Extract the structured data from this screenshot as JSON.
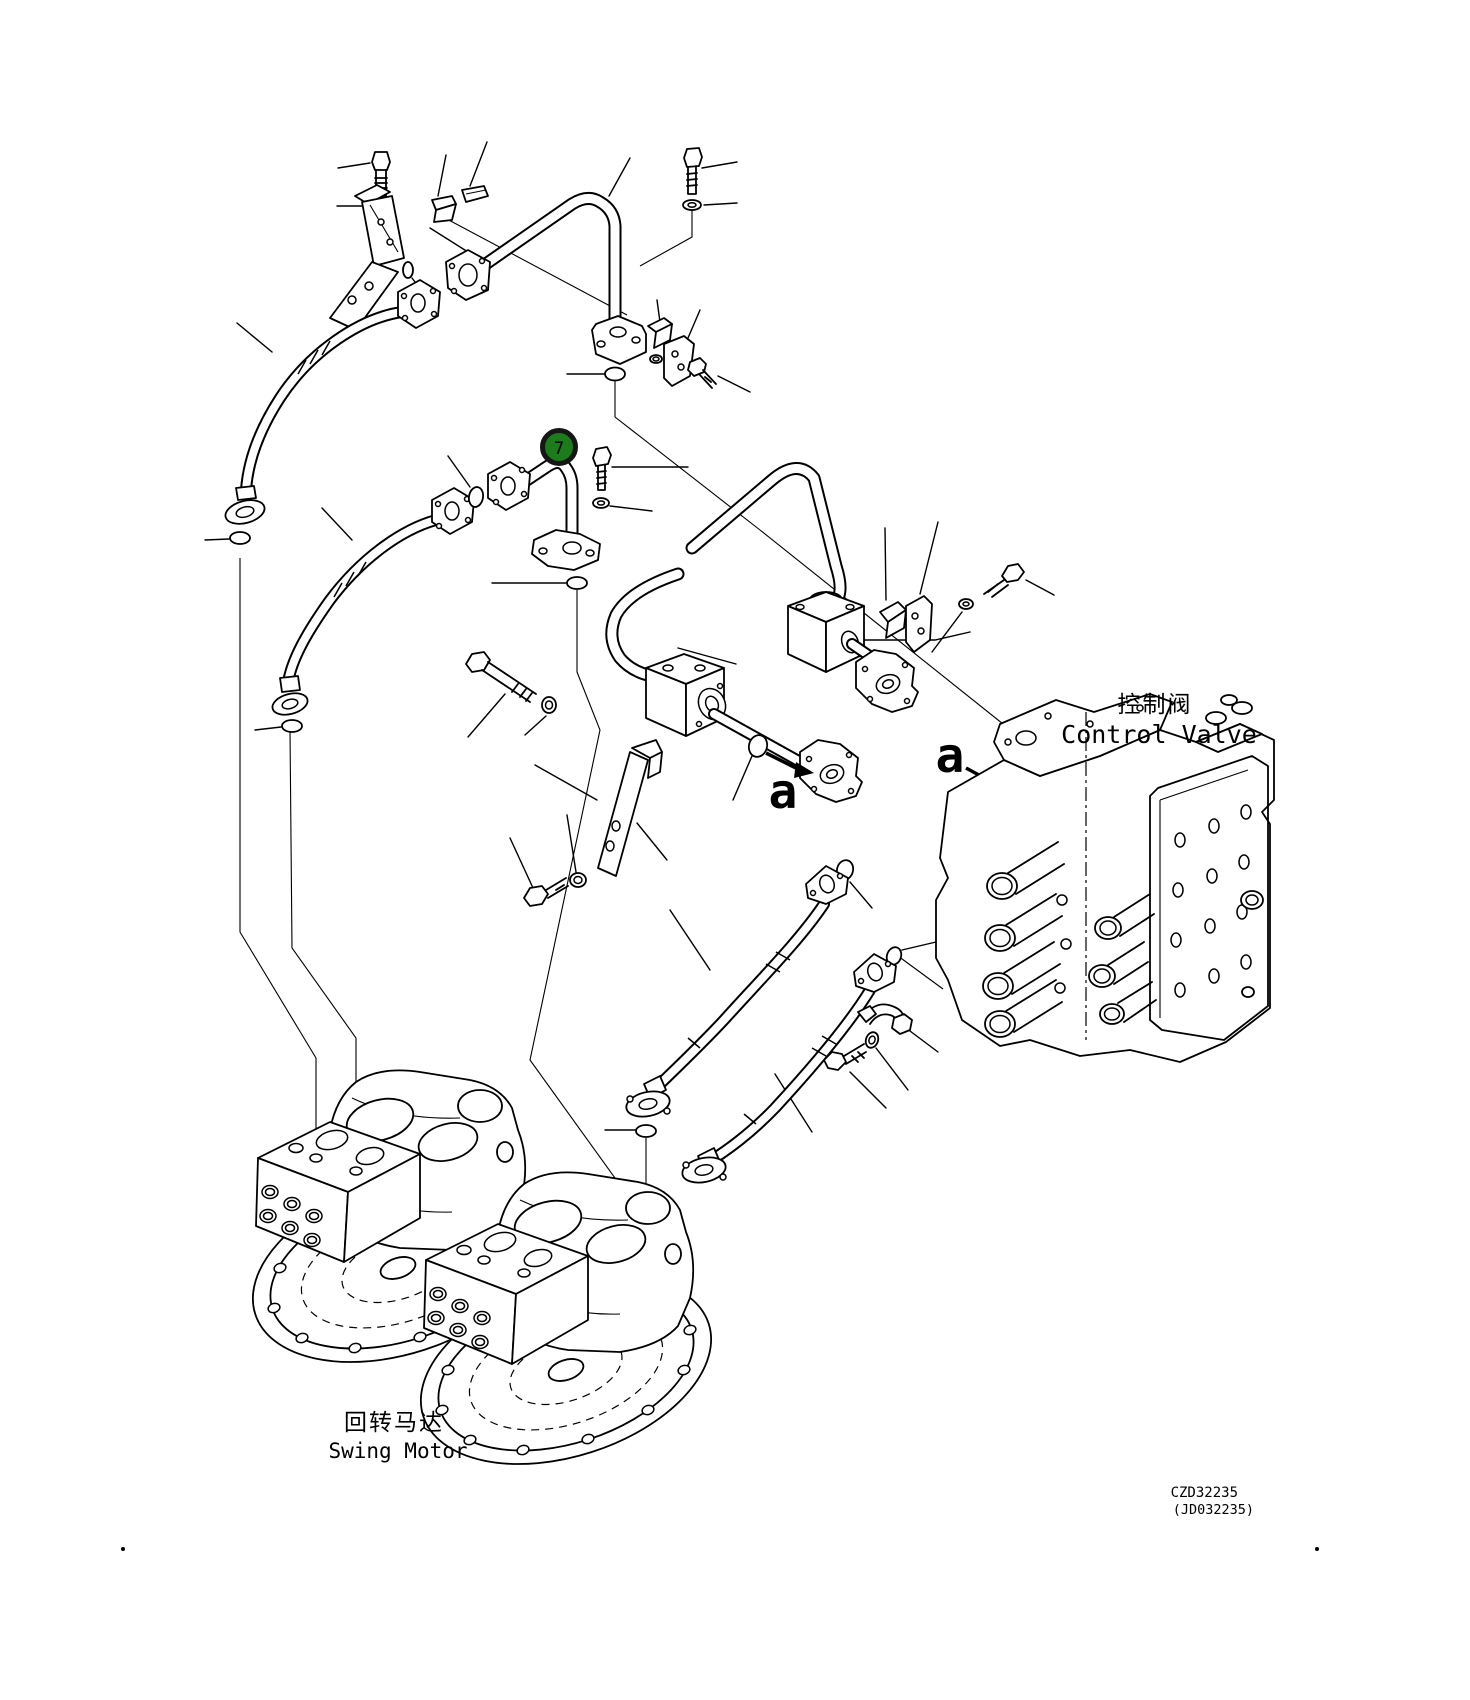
{
  "diagram": {
    "type": "exploded-parts-diagram",
    "labels": {
      "control_valve_zh": "控制阀",
      "control_valve_en": "Control Valve",
      "swing_motor_zh": "回转马达",
      "swing_motor_en": "Swing Motor"
    },
    "callouts": {
      "balloon_7": "7"
    },
    "section_arrows": [
      "a",
      "a"
    ],
    "drawing_codes": {
      "primary": "CZD32235",
      "secondary": "(JD032235)"
    },
    "colors": {
      "line": "#000000",
      "background": "#ffffff",
      "balloon_fill": "#1c7c1c",
      "balloon_ring": "#161616",
      "balloon_text": "#ffffff"
    }
  }
}
